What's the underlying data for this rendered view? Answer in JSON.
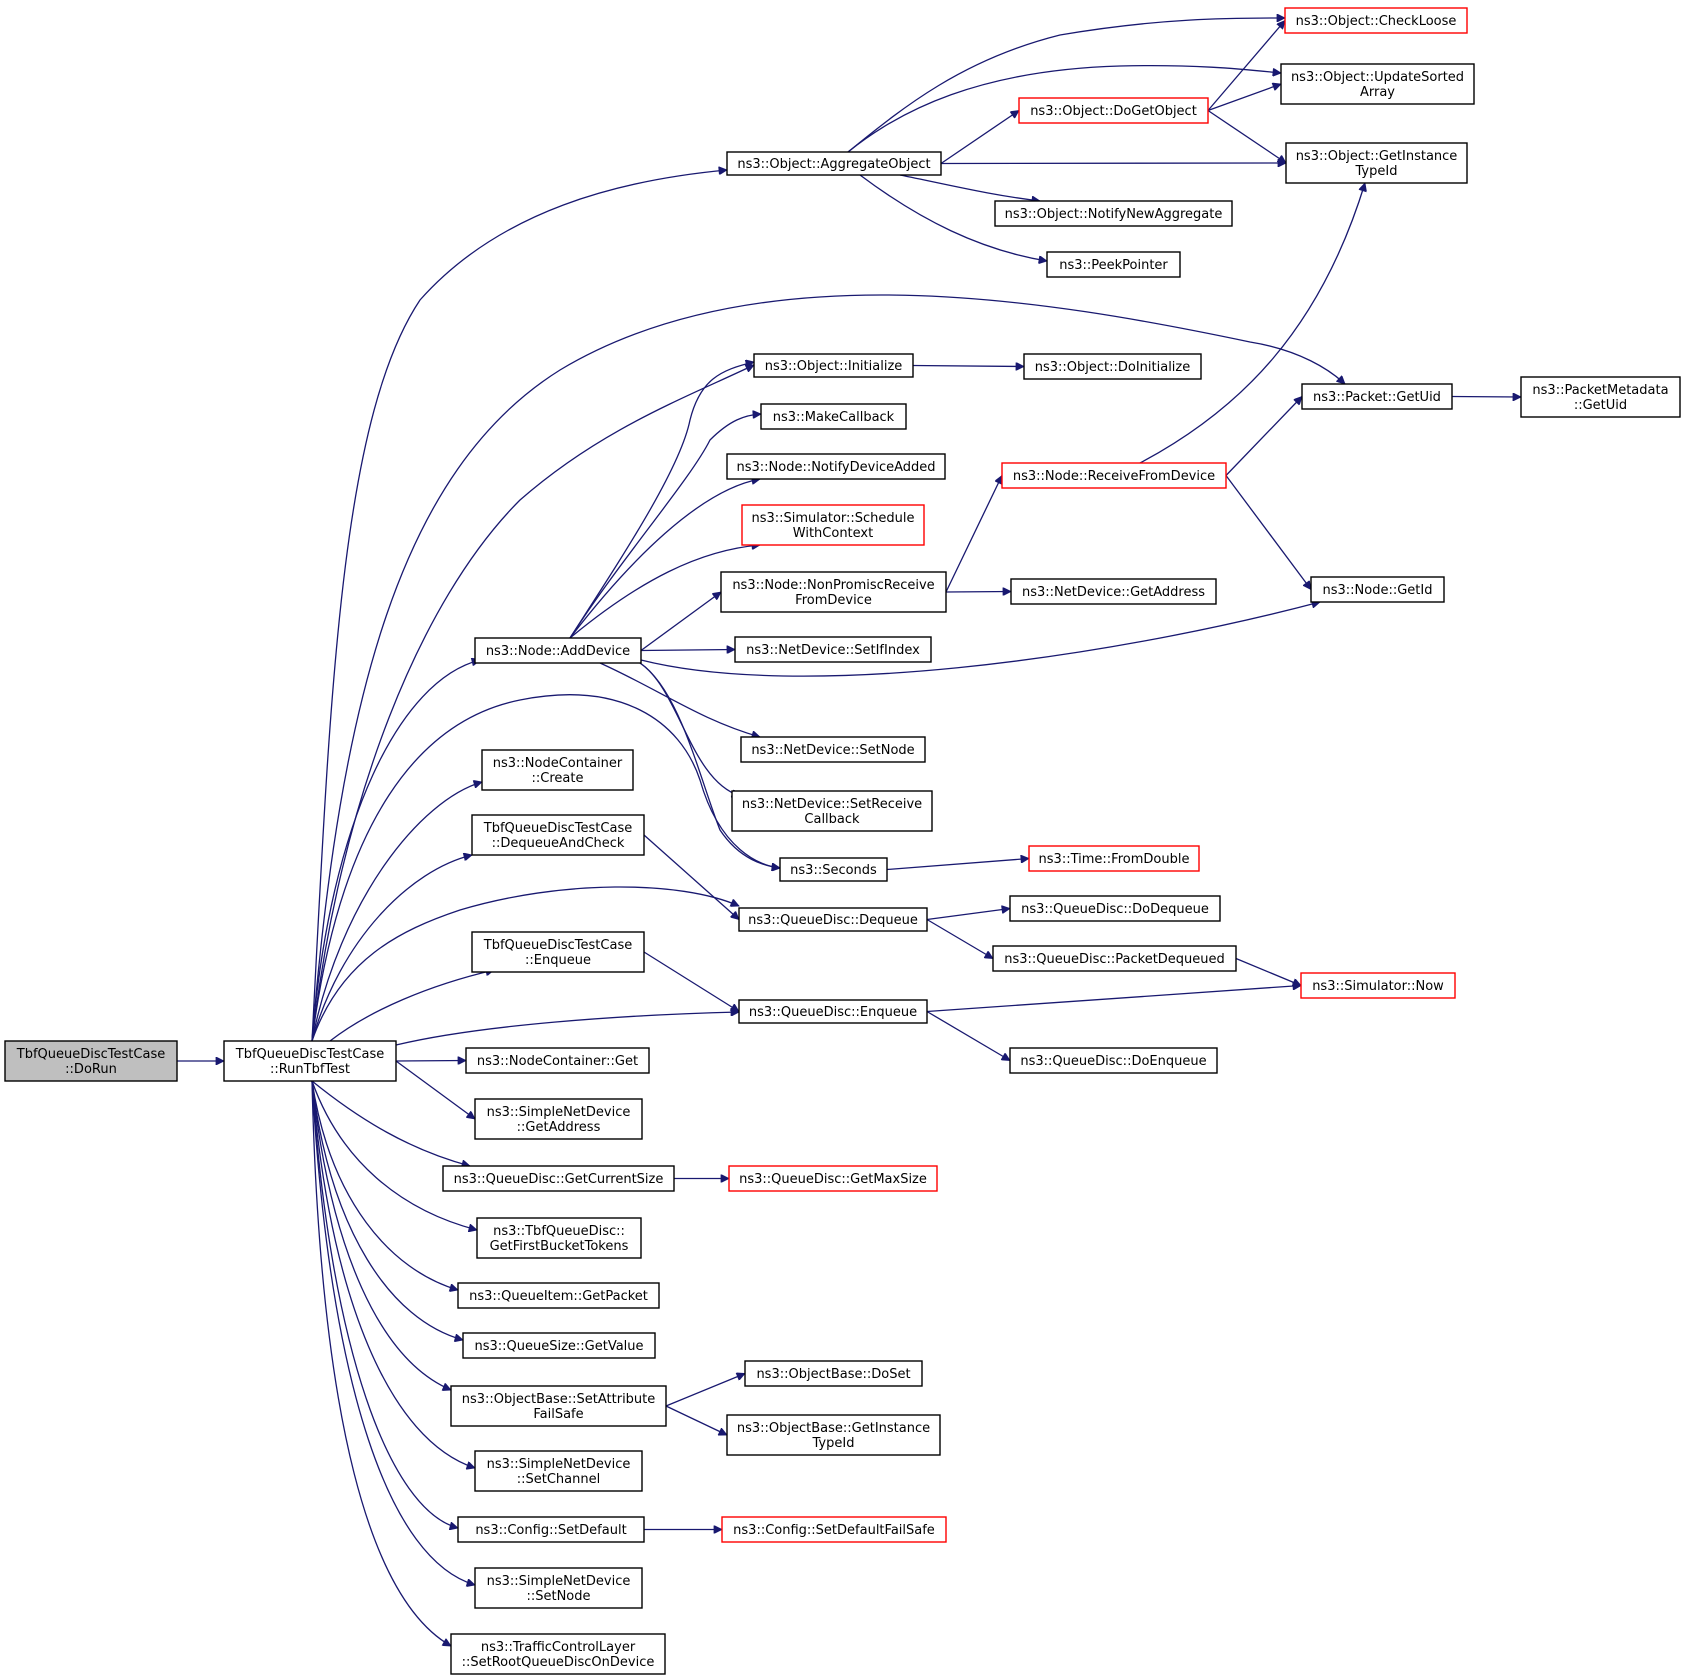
{
  "diagram": {
    "type": "doxygen call graph",
    "edge_color": "#191970",
    "node_border_colors": {
      "default": "#000000",
      "truncated": "#ff0000",
      "root_fill": "#bfbfbf"
    },
    "nodes": [
      {
        "id": "dorun",
        "lines": [
          "TbfQueueDiscTestCase",
          "::DoRun"
        ],
        "style": "root"
      },
      {
        "id": "runtbf",
        "lines": [
          "TbfQueueDiscTestCase",
          "::RunTbfTest"
        ],
        "style": "normal"
      },
      {
        "id": "aggregate",
        "lines": [
          "ns3::Object::AggregateObject"
        ],
        "style": "normal"
      },
      {
        "id": "checkloose",
        "lines": [
          "ns3::Object::CheckLoose"
        ],
        "style": "red"
      },
      {
        "id": "updatesorted",
        "lines": [
          "ns3::Object::UpdateSorted",
          "Array"
        ],
        "style": "normal"
      },
      {
        "id": "dogetobject",
        "lines": [
          "ns3::Object::DoGetObject"
        ],
        "style": "red"
      },
      {
        "id": "getinstancetypeid",
        "lines": [
          "ns3::Object::GetInstance",
          "TypeId"
        ],
        "style": "normal"
      },
      {
        "id": "notifynewagg",
        "lines": [
          "ns3::Object::NotifyNewAggregate"
        ],
        "style": "normal"
      },
      {
        "id": "peekpointer",
        "lines": [
          "ns3::PeekPointer"
        ],
        "style": "normal"
      },
      {
        "id": "initialize",
        "lines": [
          "ns3::Object::Initialize"
        ],
        "style": "normal"
      },
      {
        "id": "doinitialize",
        "lines": [
          "ns3::Object::DoInitialize"
        ],
        "style": "normal"
      },
      {
        "id": "packetgetuid",
        "lines": [
          "ns3::Packet::GetUid"
        ],
        "style": "normal"
      },
      {
        "id": "pmgetuid",
        "lines": [
          "ns3::PacketMetadata",
          "::GetUid"
        ],
        "style": "normal"
      },
      {
        "id": "makecallback",
        "lines": [
          "ns3::MakeCallback"
        ],
        "style": "normal"
      },
      {
        "id": "notifydeviceadded",
        "lines": [
          "ns3::Node::NotifyDeviceAdded"
        ],
        "style": "normal"
      },
      {
        "id": "receivefromdevice",
        "lines": [
          "ns3::Node::ReceiveFromDevice"
        ],
        "style": "red"
      },
      {
        "id": "schedulewithcontext",
        "lines": [
          "ns3::Simulator::Schedule",
          "WithContext"
        ],
        "style": "red"
      },
      {
        "id": "nonpromisc",
        "lines": [
          "ns3::Node::NonPromiscReceive",
          "FromDevice"
        ],
        "style": "normal"
      },
      {
        "id": "ndgetaddress",
        "lines": [
          "ns3::NetDevice::GetAddress"
        ],
        "style": "normal"
      },
      {
        "id": "nodegetid",
        "lines": [
          "ns3::Node::GetId"
        ],
        "style": "normal"
      },
      {
        "id": "adddevice",
        "lines": [
          "ns3::Node::AddDevice"
        ],
        "style": "normal"
      },
      {
        "id": "setifindex",
        "lines": [
          "ns3::NetDevice::SetIfIndex"
        ],
        "style": "normal"
      },
      {
        "id": "ndsetnode",
        "lines": [
          "ns3::NetDevice::SetNode"
        ],
        "style": "normal"
      },
      {
        "id": "nccreate",
        "lines": [
          "ns3::NodeContainer",
          "::Create"
        ],
        "style": "normal"
      },
      {
        "id": "setreceivecb",
        "lines": [
          "ns3::NetDevice::SetReceive",
          "Callback"
        ],
        "style": "normal"
      },
      {
        "id": "dequeueandcheck",
        "lines": [
          "TbfQueueDiscTestCase",
          "::DequeueAndCheck"
        ],
        "style": "normal"
      },
      {
        "id": "seconds",
        "lines": [
          "ns3::Seconds"
        ],
        "style": "normal"
      },
      {
        "id": "fromdouble",
        "lines": [
          "ns3::Time::FromDouble"
        ],
        "style": "red"
      },
      {
        "id": "qddequeue",
        "lines": [
          "ns3::QueueDisc::Dequeue"
        ],
        "style": "normal"
      },
      {
        "id": "dodequeue",
        "lines": [
          "ns3::QueueDisc::DoDequeue"
        ],
        "style": "normal"
      },
      {
        "id": "packetdequeued",
        "lines": [
          "ns3::QueueDisc::PacketDequeued"
        ],
        "style": "normal"
      },
      {
        "id": "tbfenqueue",
        "lines": [
          "TbfQueueDiscTestCase",
          "::Enqueue"
        ],
        "style": "normal"
      },
      {
        "id": "simnow",
        "lines": [
          "ns3::Simulator::Now"
        ],
        "style": "red"
      },
      {
        "id": "qdenqueue",
        "lines": [
          "ns3::QueueDisc::Enqueue"
        ],
        "style": "normal"
      },
      {
        "id": "ncget",
        "lines": [
          "ns3::NodeContainer::Get"
        ],
        "style": "normal"
      },
      {
        "id": "doenqueue",
        "lines": [
          "ns3::QueueDisc::DoEnqueue"
        ],
        "style": "normal"
      },
      {
        "id": "sndgetaddress",
        "lines": [
          "ns3::SimpleNetDevice",
          "::GetAddress"
        ],
        "style": "normal"
      },
      {
        "id": "getcurrentsize",
        "lines": [
          "ns3::QueueDisc::GetCurrentSize"
        ],
        "style": "normal"
      },
      {
        "id": "getmaxsize",
        "lines": [
          "ns3::QueueDisc::GetMaxSize"
        ],
        "style": "red"
      },
      {
        "id": "firstbuckettokens",
        "lines": [
          "ns3::TbfQueueDisc::",
          "GetFirstBucketTokens"
        ],
        "style": "normal"
      },
      {
        "id": "getpacket",
        "lines": [
          "ns3::QueueItem::GetPacket"
        ],
        "style": "normal"
      },
      {
        "id": "getvalue",
        "lines": [
          "ns3::QueueSize::GetValue"
        ],
        "style": "normal"
      },
      {
        "id": "doset",
        "lines": [
          "ns3::ObjectBase::DoSet"
        ],
        "style": "normal"
      },
      {
        "id": "setattrfailsafe",
        "lines": [
          "ns3::ObjectBase::SetAttribute",
          "FailSafe"
        ],
        "style": "normal"
      },
      {
        "id": "obgetinstancetypeid",
        "lines": [
          "ns3::ObjectBase::GetInstance",
          "TypeId"
        ],
        "style": "normal"
      },
      {
        "id": "setchannel",
        "lines": [
          "ns3::SimpleNetDevice",
          "::SetChannel"
        ],
        "style": "normal"
      },
      {
        "id": "setdefault",
        "lines": [
          "ns3::Config::SetDefault"
        ],
        "style": "normal"
      },
      {
        "id": "setdefaultfailsafe",
        "lines": [
          "ns3::Config::SetDefaultFailSafe"
        ],
        "style": "red"
      },
      {
        "id": "sndsetnode",
        "lines": [
          "ns3::SimpleNetDevice",
          "::SetNode"
        ],
        "style": "normal"
      },
      {
        "id": "setrootqueuedisc",
        "lines": [
          "ns3::TrafficControlLayer",
          "::SetRootQueueDiscOnDevice"
        ],
        "style": "normal"
      }
    ],
    "edges": [
      [
        "dorun",
        "runtbf"
      ],
      [
        "runtbf",
        "aggregate"
      ],
      [
        "runtbf",
        "packetgetuid"
      ],
      [
        "runtbf",
        "initialize"
      ],
      [
        "runtbf",
        "adddevice"
      ],
      [
        "runtbf",
        "seconds"
      ],
      [
        "runtbf",
        "nccreate"
      ],
      [
        "runtbf",
        "dequeueandcheck"
      ],
      [
        "runtbf",
        "qddequeue"
      ],
      [
        "runtbf",
        "tbfenqueue"
      ],
      [
        "runtbf",
        "qdenqueue"
      ],
      [
        "runtbf",
        "ncget"
      ],
      [
        "runtbf",
        "sndgetaddress"
      ],
      [
        "runtbf",
        "getcurrentsize"
      ],
      [
        "runtbf",
        "firstbuckettokens"
      ],
      [
        "runtbf",
        "getpacket"
      ],
      [
        "runtbf",
        "getvalue"
      ],
      [
        "runtbf",
        "setattrfailsafe"
      ],
      [
        "runtbf",
        "setchannel"
      ],
      [
        "runtbf",
        "setdefault"
      ],
      [
        "runtbf",
        "sndsetnode"
      ],
      [
        "runtbf",
        "setrootqueuedisc"
      ],
      [
        "aggregate",
        "checkloose"
      ],
      [
        "aggregate",
        "updatesorted"
      ],
      [
        "aggregate",
        "dogetobject"
      ],
      [
        "aggregate",
        "getinstancetypeid"
      ],
      [
        "aggregate",
        "notifynewagg"
      ],
      [
        "aggregate",
        "peekpointer"
      ],
      [
        "dogetobject",
        "checkloose"
      ],
      [
        "dogetobject",
        "updatesorted"
      ],
      [
        "dogetobject",
        "getinstancetypeid"
      ],
      [
        "initialize",
        "doinitialize"
      ],
      [
        "packetgetuid",
        "pmgetuid"
      ],
      [
        "receivefromdevice",
        "getinstancetypeid"
      ],
      [
        "receivefromdevice",
        "packetgetuid"
      ],
      [
        "receivefromdevice",
        "nodegetid"
      ],
      [
        "nonpromisc",
        "receivefromdevice"
      ],
      [
        "nonpromisc",
        "ndgetaddress"
      ],
      [
        "adddevice",
        "initialize"
      ],
      [
        "adddevice",
        "makecallback"
      ],
      [
        "adddevice",
        "notifydeviceadded"
      ],
      [
        "adddevice",
        "schedulewithcontext"
      ],
      [
        "adddevice",
        "nonpromisc"
      ],
      [
        "adddevice",
        "setifindex"
      ],
      [
        "adddevice",
        "nodegetid"
      ],
      [
        "adddevice",
        "ndsetnode"
      ],
      [
        "adddevice",
        "setreceivecb"
      ],
      [
        "adddevice",
        "seconds"
      ],
      [
        "dequeueandcheck",
        "qddequeue"
      ],
      [
        "seconds",
        "fromdouble"
      ],
      [
        "qddequeue",
        "dodequeue"
      ],
      [
        "qddequeue",
        "packetdequeued"
      ],
      [
        "packetdequeued",
        "simnow"
      ],
      [
        "tbfenqueue",
        "qdenqueue"
      ],
      [
        "qdenqueue",
        "simnow"
      ],
      [
        "qdenqueue",
        "doenqueue"
      ],
      [
        "getcurrentsize",
        "getmaxsize"
      ],
      [
        "setattrfailsafe",
        "doset"
      ],
      [
        "setattrfailsafe",
        "obgetinstancetypeid"
      ],
      [
        "setdefault",
        "setdefaultfailsafe"
      ]
    ]
  }
}
